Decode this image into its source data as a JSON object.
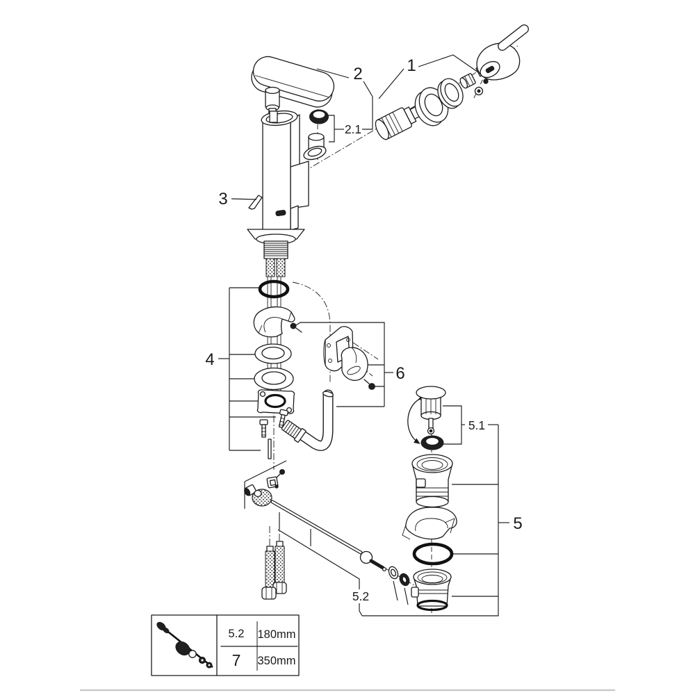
{
  "colors": {
    "background": "#ffffff",
    "ink": "#1a1a1a",
    "muted_line": "#c9c9c9"
  },
  "callouts": {
    "n1": "1",
    "n2": "2",
    "n2_1": "2.1",
    "n3": "3",
    "n4": "4",
    "n5": "5",
    "n5_1": "5.1",
    "n5_2": "5.2",
    "n6": "6"
  },
  "size_table": {
    "rows": [
      {
        "part": "5.2",
        "length": "180mm"
      },
      {
        "part": "7",
        "length": "350mm"
      }
    ]
  }
}
